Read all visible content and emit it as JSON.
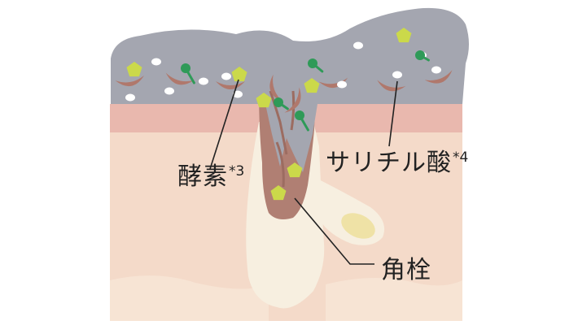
{
  "labels": {
    "enzyme": {
      "text": "酵素",
      "note": "*3"
    },
    "salicylic": {
      "text": "サリチル酸",
      "note": "*4"
    },
    "plug": {
      "text": "角栓"
    }
  },
  "colors": {
    "background": "#ffffff",
    "dermis": "#f4dac9",
    "epidermis": "#e9b8ae",
    "pore_wall": "#f7efe0",
    "sebaceous_gland": "#efe2a6",
    "plug": "#b07f73",
    "dirt_layer": "#a4a6b0",
    "flakes": "#b0786c",
    "enzyme": "#cbd94a",
    "salicylic_acid": "#2f9a58",
    "leader_line": "#222222"
  }
}
